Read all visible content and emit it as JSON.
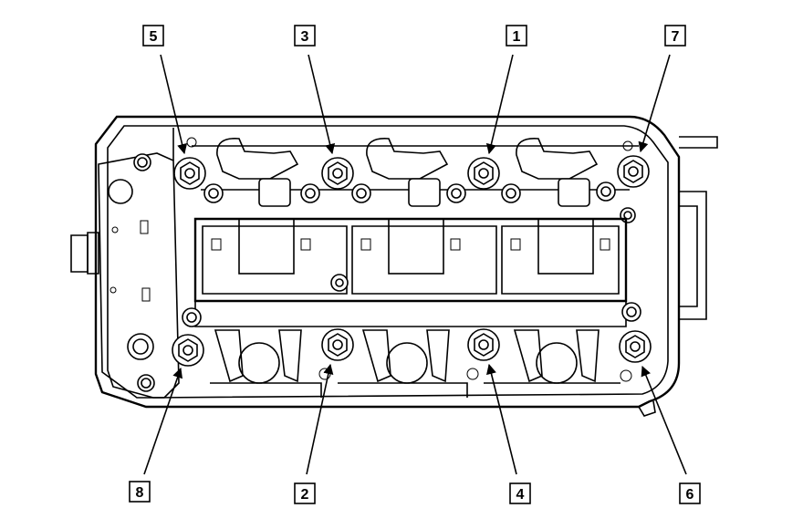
{
  "callouts": [
    {
      "id": "5",
      "label": "5"
    },
    {
      "id": "3",
      "label": "3"
    },
    {
      "id": "1",
      "label": "1"
    },
    {
      "id": "7",
      "label": "7"
    },
    {
      "id": "8",
      "label": "8"
    },
    {
      "id": "2",
      "label": "2"
    },
    {
      "id": "4",
      "label": "4"
    },
    {
      "id": "6",
      "label": "6"
    }
  ],
  "colors": {
    "line": "#000000",
    "background": "#ffffff"
  }
}
